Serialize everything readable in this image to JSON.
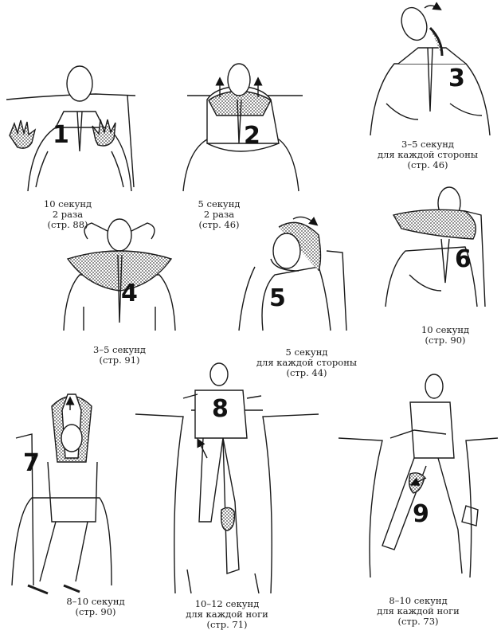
{
  "exercises": [
    {
      "number": "1",
      "lines": [
        "10 секунд",
        "2 раза",
        "(стр. 88)"
      ]
    },
    {
      "number": "2",
      "lines": [
        "5 секунд",
        "2 раза",
        "(стр. 46)"
      ]
    },
    {
      "number": "3",
      "lines": [
        "3–5 секунд",
        "для каждой стороны",
        "(стр. 46)"
      ]
    },
    {
      "number": "4",
      "lines": [
        "3–5 секунд",
        "(стр. 91)"
      ]
    },
    {
      "number": "5",
      "lines": [
        "5 секунд",
        "для каждой стороны",
        "(стр. 44)"
      ]
    },
    {
      "number": "6",
      "lines": [
        "10 секунд",
        "(стр. 90)"
      ]
    },
    {
      "number": "7",
      "lines": [
        "8–10 секунд",
        "(стр. 90)"
      ]
    },
    {
      "number": "8",
      "lines": [
        "10–12 секунд",
        "для каждой ноги",
        "(стр. 71)"
      ]
    },
    {
      "number": "9",
      "lines": [
        "8–10 секунд",
        "для каждой ноги",
        "(стр. 73)"
      ]
    }
  ],
  "colors": {
    "ink": "#1a1a1a",
    "stipple": "#555555",
    "paper": "#ffffff"
  }
}
